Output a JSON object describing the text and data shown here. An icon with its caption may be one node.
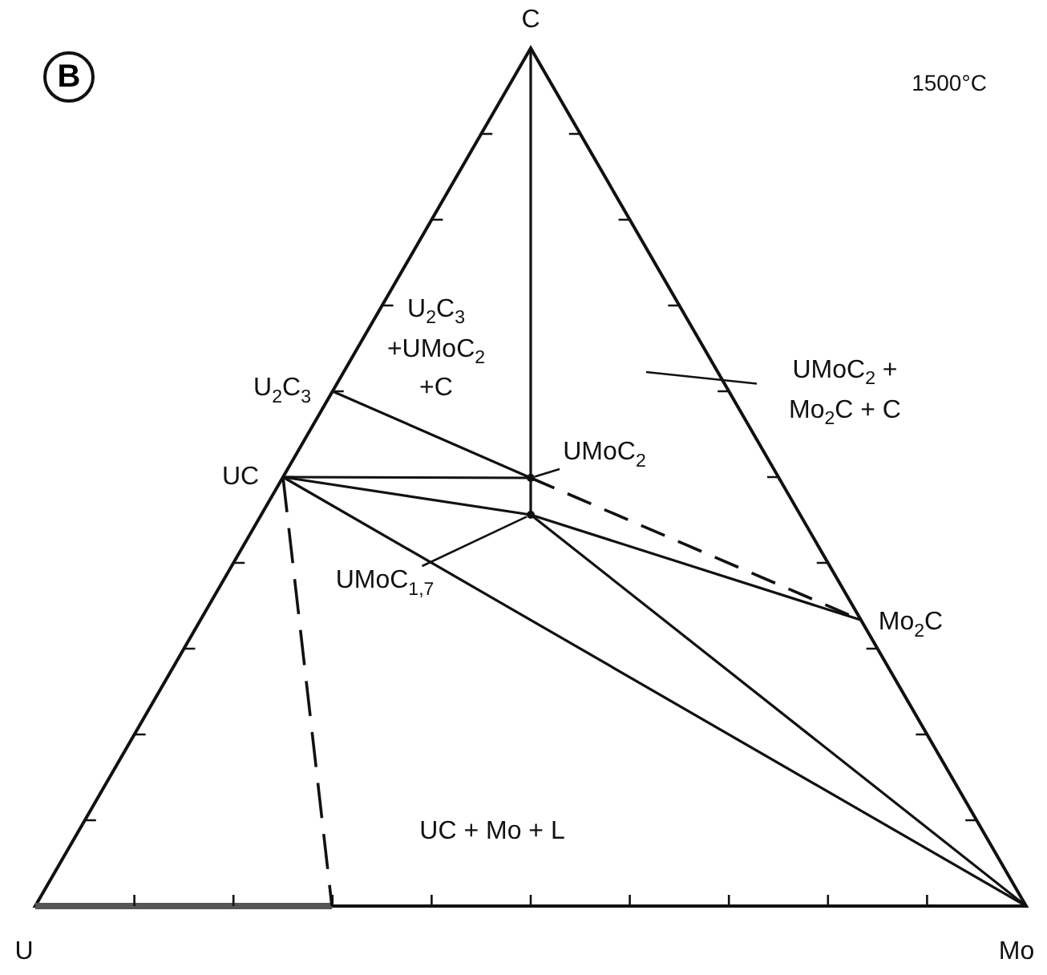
{
  "diagram": {
    "nodes": [
      {
        "text": [
          "UMoC$_{2}$"
        ]
      },
      {
        "text": [],
        "shape": "dot"
      },
      {
        "text": [
          "UMoC$_{1,7}$"
        ]
      },
      {
        "text": [],
        "shape": "dot"
      },
      {
        "text": [
          "UMoC$_{2}$ + Mo$_{2}$C + C"
        ]
      }
    ],
    "edges": [
      {
        "from": 0,
        "to": 1,
        "arrow": "none"
      },
      {
        "from": 2,
        "to": 3,
        "arrow": "none"
      },
      {
        "from": 4,
        "to": null,
        "arrow": "none"
      }
    ],
    "labels": [
      "B",
      "1500°C",
      "C",
      "U$_{2}$C$_{3}$ +UMoC$_{2}$ +C",
      "U$_{2}$C$_{3}$",
      "UC",
      "Mo$_{2}$C",
      "UC + Mo + L",
      "U",
      "Mo"
    ]
  }
}
